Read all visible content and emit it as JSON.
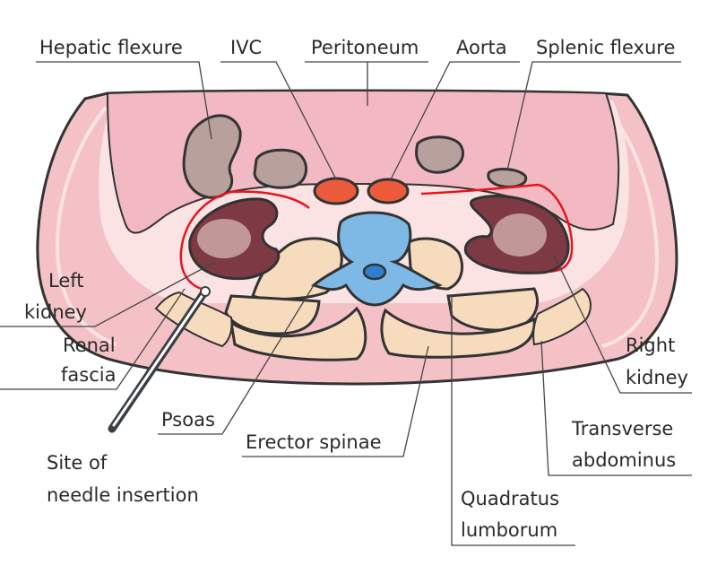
{
  "colors": {
    "outline": "#333333",
    "skin": "#f4c2c6",
    "skin_light": "#fbe3e4",
    "abdomen": "#f3b9c2",
    "bowel": "#b8a19c",
    "kidney": "#7d3a45",
    "kidney_highlight": "#c9a3a0",
    "vessel": "#ec5a3c",
    "fascia": "#e8141e",
    "muscle": "#f6dcbd",
    "vertebra": "#7eb9e6",
    "vertebra_dark": "#2e7fd0",
    "needle": "#3a3f44"
  },
  "labels": {
    "hepatic_flexure": "Hepatic flexure",
    "ivc": "IVC",
    "peritoneum": "Peritoneum",
    "aorta": "Aorta",
    "splenic_flexure": "Splenic flexure",
    "left_kidney_1": "Left",
    "left_kidney_2": "kidney",
    "renal_fascia_1": "Renal",
    "renal_fascia_2": "fascia",
    "psoas": "Psoas",
    "erector_spinae": "Erector spinae",
    "needle_site_1": "Site of",
    "needle_site_2": "needle insertion",
    "right_kidney_1": "Right",
    "right_kidney_2": "kidney",
    "transverse_1": "Transverse",
    "transverse_2": "abdominus",
    "quadratus_1": "Quadratus",
    "quadratus_2": "lumborum"
  }
}
